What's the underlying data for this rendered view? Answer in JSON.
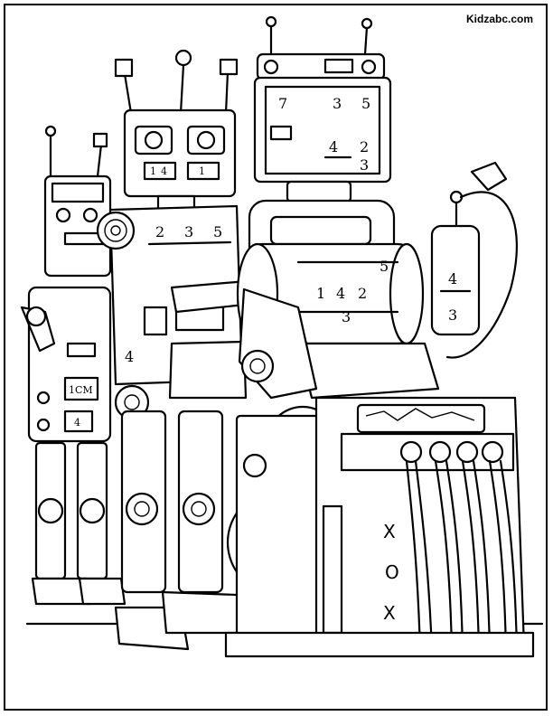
{
  "site": {
    "watermark": "Kidzabc.com"
  },
  "robot_left": {
    "display": [
      "1CM",
      "4"
    ]
  },
  "robot_middle": {
    "head_buttons": [
      "1",
      "4",
      "1"
    ],
    "chest_numbers": [
      "2",
      "3",
      "5"
    ],
    "side_number": "4"
  },
  "robot_right": {
    "screen_numbers": [
      "7",
      "3",
      "5"
    ],
    "display_numbers": [
      "4",
      "2",
      "3"
    ]
  },
  "machine": {
    "scroll_numbers": [
      "1",
      "4",
      "2",
      "3",
      "5"
    ],
    "tube_numbers": [
      "4",
      "3"
    ],
    "panel_marks": [
      "X",
      "O",
      "X"
    ]
  }
}
